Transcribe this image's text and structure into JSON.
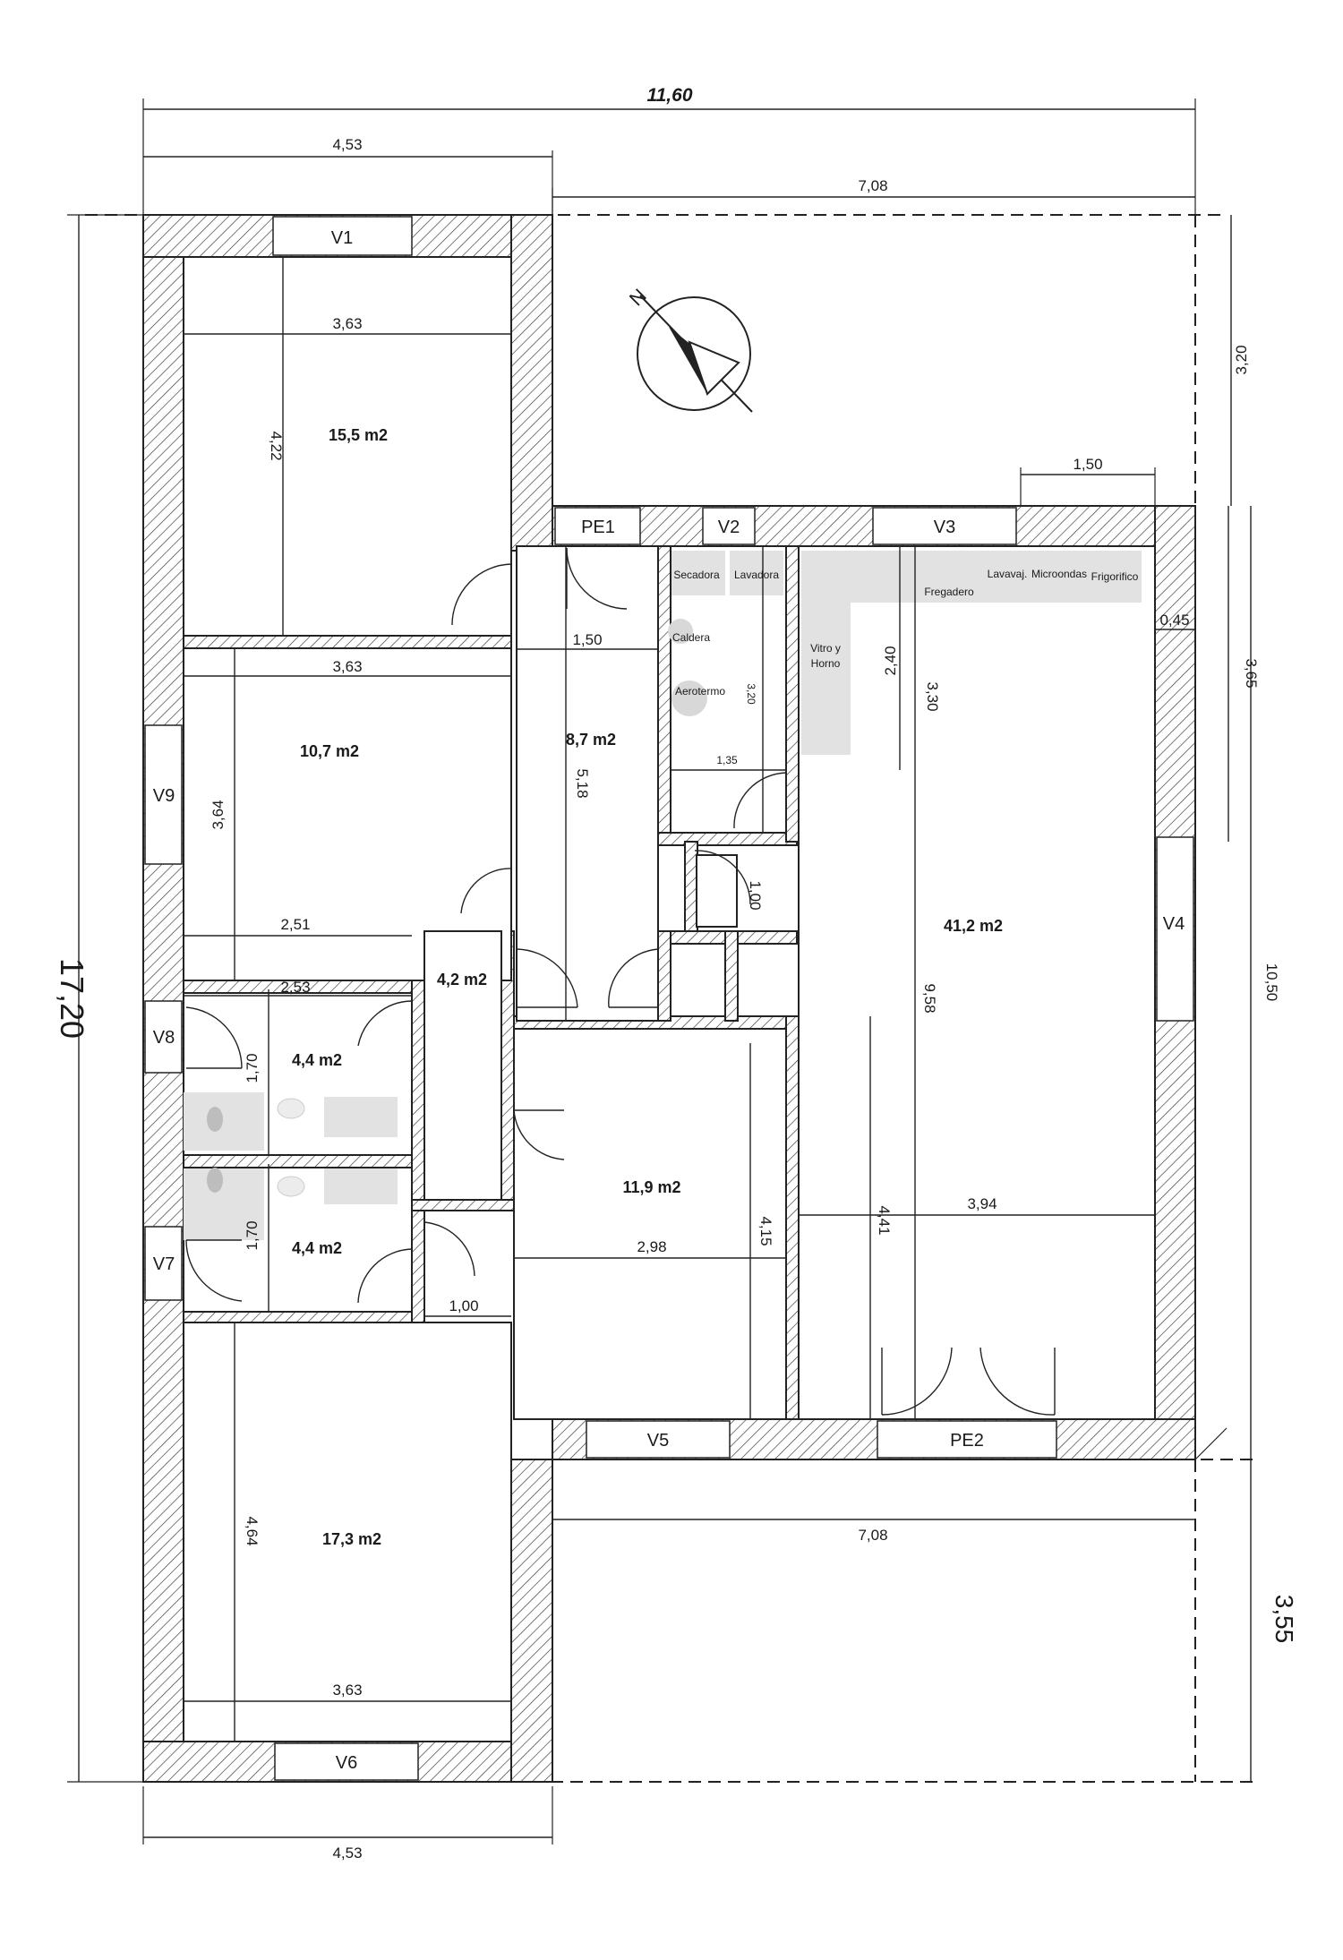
{
  "dims": {
    "total_width": "11,60",
    "left_width_top": "4,53",
    "right_width_top": "7,08",
    "right_terrace_h": "3,20",
    "total_height": "17,20",
    "left_width_bottom": "4,53",
    "right_width_bottom": "7,08",
    "right_bottom_h": "3,55",
    "right_side_365": "3,65",
    "right_side_1050": "10,50",
    "wall_045": "0,45",
    "d_150_top": "1,50",
    "r1_w": "3,63",
    "r1_h": "4,22",
    "r2_w": "3,63",
    "r2_h": "3,64",
    "r2_w2": "2,51",
    "hall_w": "1,50",
    "hall_h": "5,18",
    "util_h": "3,20",
    "util_w": "1,35",
    "kitchen_240": "2,40",
    "kitchen_330": "3,30",
    "corr_100": "1,00",
    "living_958": "9,58",
    "living_441": "4,41",
    "living_394": "3,94",
    "bath1_w": "2,53",
    "bath1_h": "1,70",
    "bath2_h": "1,70",
    "corr_100b": "1,00",
    "r5_w": "2,98",
    "r5_h": "4,15",
    "r6_h": "4,64",
    "r6_w": "3,63"
  },
  "areas": {
    "r1": "15,5 m2",
    "r2": "10,7 m2",
    "hall": "8,7 m2",
    "living": "41,2 m2",
    "corridor": "4,2 m2",
    "bath1": "4,4 m2",
    "bath2": "4,4 m2",
    "r5": "11,9 m2",
    "r6": "17,3 m2"
  },
  "openings": {
    "v1": "V1",
    "v2": "V2",
    "v3": "V3",
    "v4": "V4",
    "v5": "V5",
    "v6": "V6",
    "v7": "V7",
    "v8": "V8",
    "v9": "V9",
    "pe1": "PE1",
    "pe2": "PE2"
  },
  "appliances": {
    "secadora": "Secadora",
    "lavadora": "Lavadora",
    "caldera": "Caldera",
    "aerotermo": "Aerotermo",
    "vitro": "Vitro y",
    "horno": "Horno",
    "fregadero": "Fregadero",
    "lavavaj": "Lavavaj.",
    "microondas": "Microondas",
    "frigorifico": "Frigorifico"
  },
  "compass_letter": "N"
}
